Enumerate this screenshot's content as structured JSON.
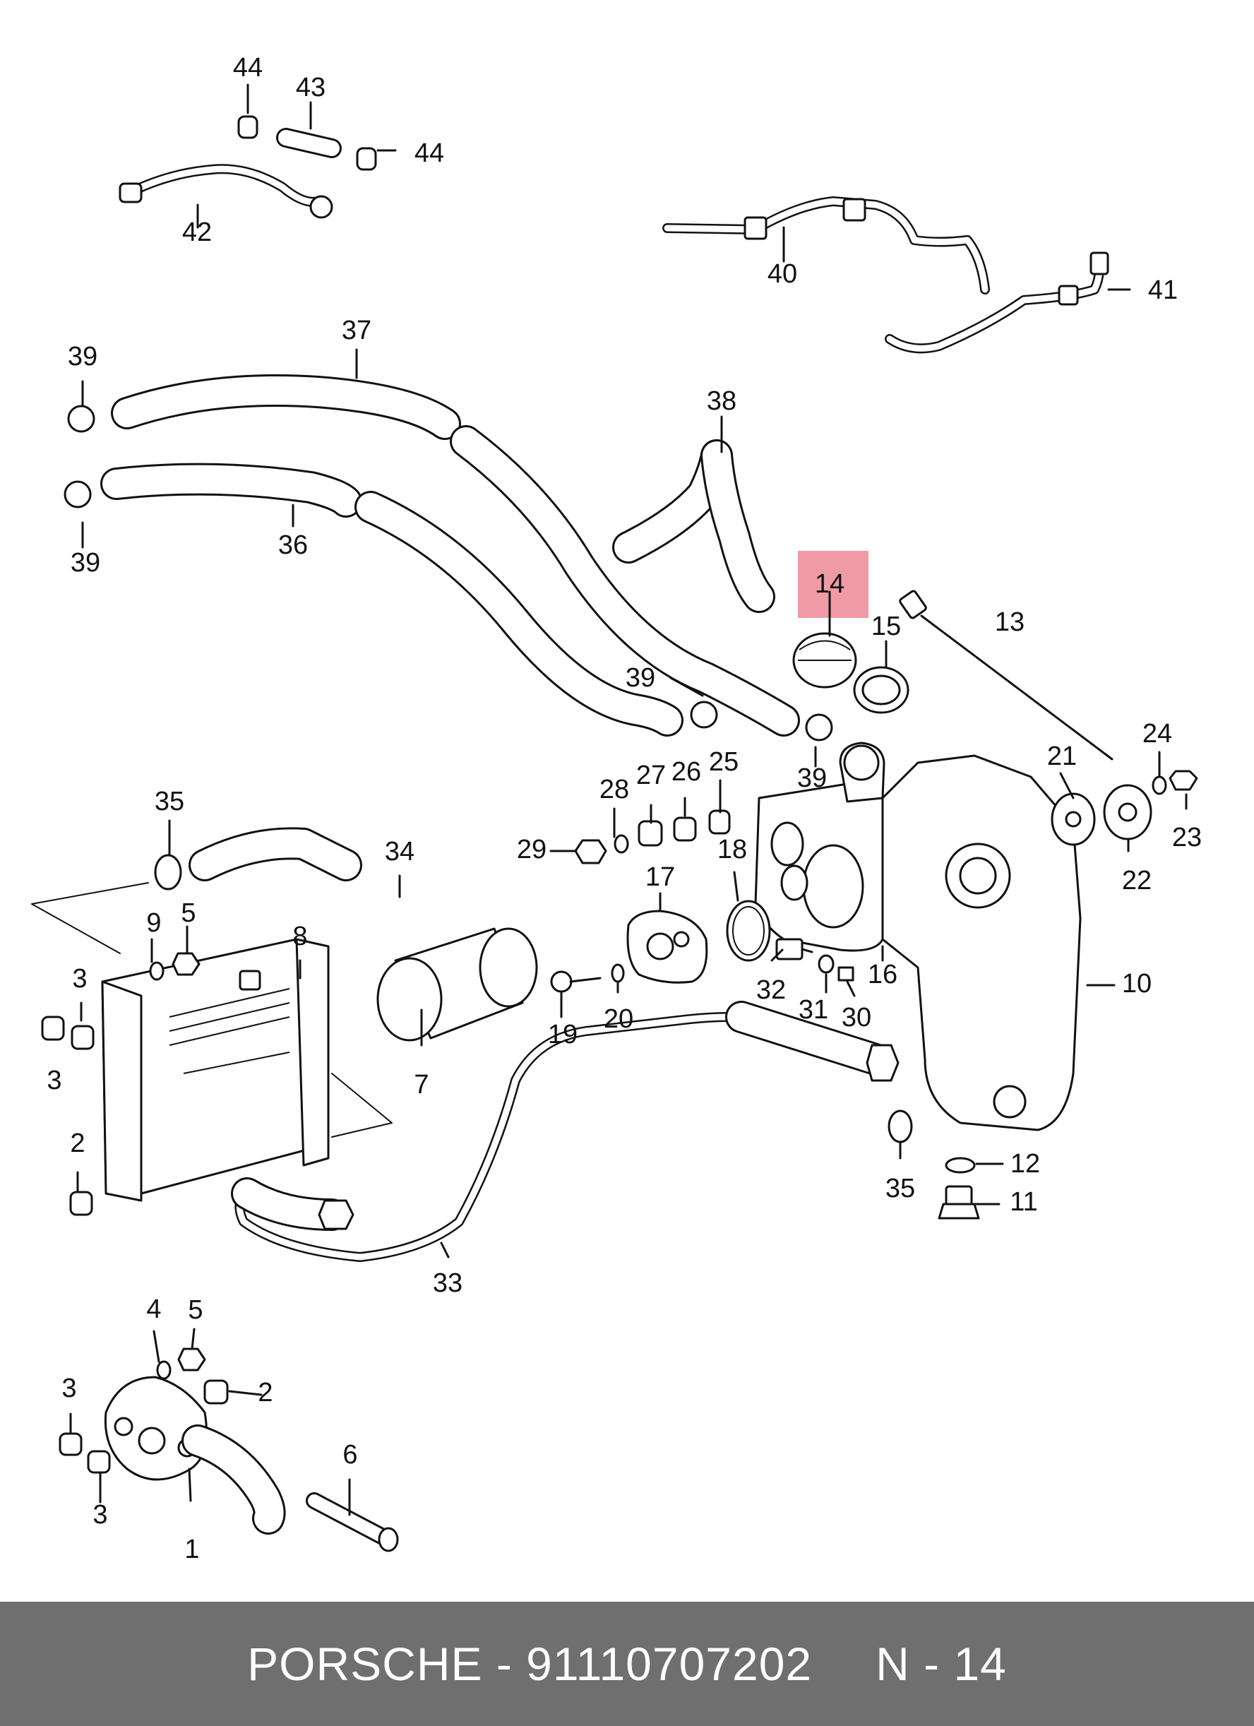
{
  "footer": {
    "brand": "PORSCHE",
    "separator": " - ",
    "part_number": "91110707202",
    "position_ref": "N - 14"
  },
  "highlight": {
    "callout": "14",
    "color": "#ef9aa6"
  },
  "callouts": {
    "c44a": "44",
    "c43": "43",
    "c44b": "44",
    "c42": "42",
    "c40": "40",
    "c41": "41",
    "c39a": "39",
    "c37": "37",
    "c39b": "39",
    "c36": "36",
    "c38": "38",
    "c14": "14",
    "c15": "15",
    "c13": "13",
    "c39c": "39",
    "c39d": "39",
    "c24": "24",
    "c21": "21",
    "c23": "23",
    "c22": "22",
    "c35a": "35",
    "c34": "34",
    "c28": "28",
    "c27": "27",
    "c26": "26",
    "c25": "25",
    "c29": "29",
    "c18": "18",
    "c17": "17",
    "c9": "9",
    "c5a": "5",
    "c8": "8",
    "c3a": "3",
    "c3b": "3",
    "c7": "7",
    "c19": "19",
    "c20": "20",
    "c32": "32",
    "c31": "31",
    "c30": "30",
    "c16": "16",
    "c10": "10",
    "c2a": "2",
    "c12": "12",
    "c35b": "35",
    "c11": "11",
    "c33": "33",
    "c4": "4",
    "c5b": "5",
    "c3c": "3",
    "c2b": "2",
    "c6": "6",
    "c3d": "3",
    "c1": "1"
  }
}
